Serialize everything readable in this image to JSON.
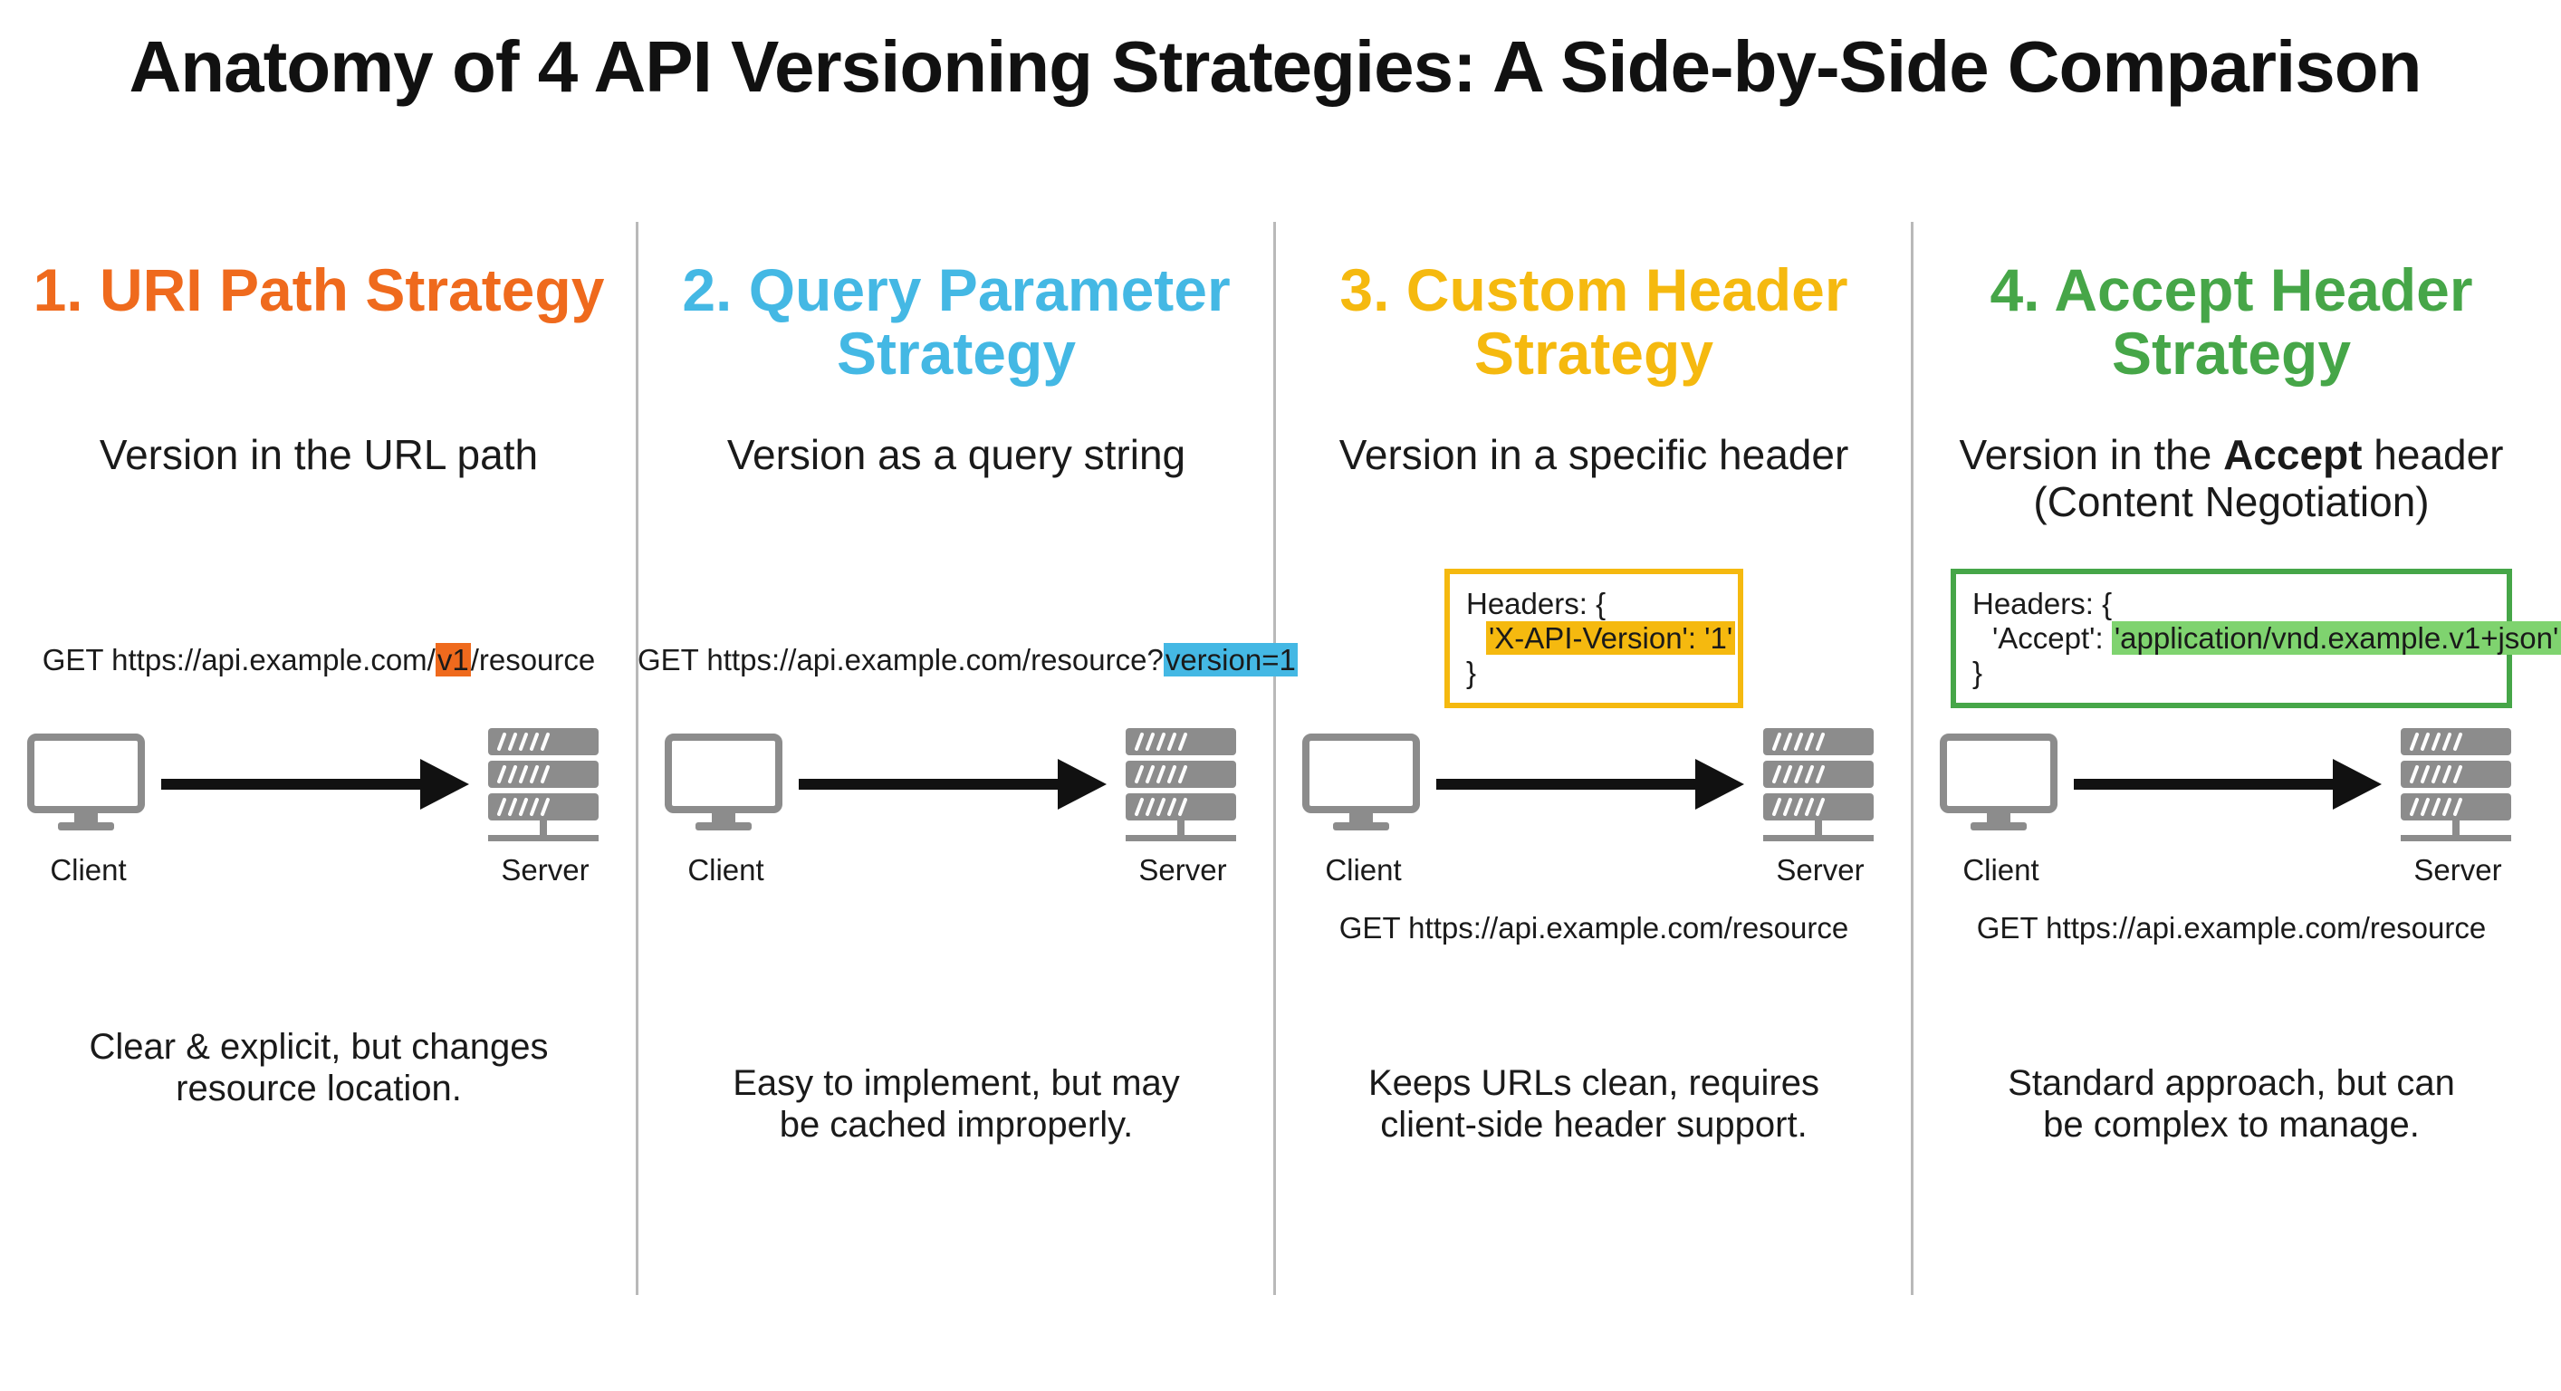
{
  "title": "Anatomy of 4 API Versioning Strategies: A Side-by-Side Comparison",
  "labels": {
    "client": "Client",
    "server": "Server"
  },
  "colors": {
    "uri": "#ef6a1d",
    "query": "#44b8e4",
    "custom": "#f5b90f",
    "accept": "#46a648",
    "icon": "#8c8c8c",
    "arrow": "#111111",
    "divider": "#b9b9b9"
  },
  "icons": {
    "client": "monitor-icon",
    "server": "server-rack-icon",
    "arrow": "right-arrow-icon"
  },
  "strategies": [
    {
      "title": "1. URI Path Strategy",
      "subtitle": "Version in the URL path",
      "request_pre": "GET https://api.example.com/",
      "request_hl": "v1",
      "request_post": "/resource",
      "description": "Clear & explicit, but changes resource location."
    },
    {
      "title": "2. Query Parameter Strategy",
      "subtitle": "Version as a query string",
      "request_pre": "GET https://api.example.com/resource?",
      "request_hl": "version=1",
      "description": "Easy to implement, but may be cached improperly."
    },
    {
      "title": "3. Custom Header Strategy",
      "subtitle": "Version in a specific header",
      "headers_open": "Headers: {",
      "header_hl": "'X-API-Version': '1'",
      "headers_close": "}",
      "request": "GET https://api.example.com/resource",
      "description": "Keeps URLs clean, requires client-side header support."
    },
    {
      "title": "4. Accept Header Strategy",
      "subtitle_pre": "Version in the ",
      "subtitle_bold": "Accept",
      "subtitle_post": " header",
      "subtitle_line2": "(Content Negotiation)",
      "headers_open": "Headers: {",
      "header_key": "'Accept': ",
      "header_hl": "'application/vnd.example.v1+json'",
      "headers_close": "}",
      "request": "GET https://api.example.com/resource",
      "description": "Standard approach, but can be complex to manage."
    }
  ]
}
